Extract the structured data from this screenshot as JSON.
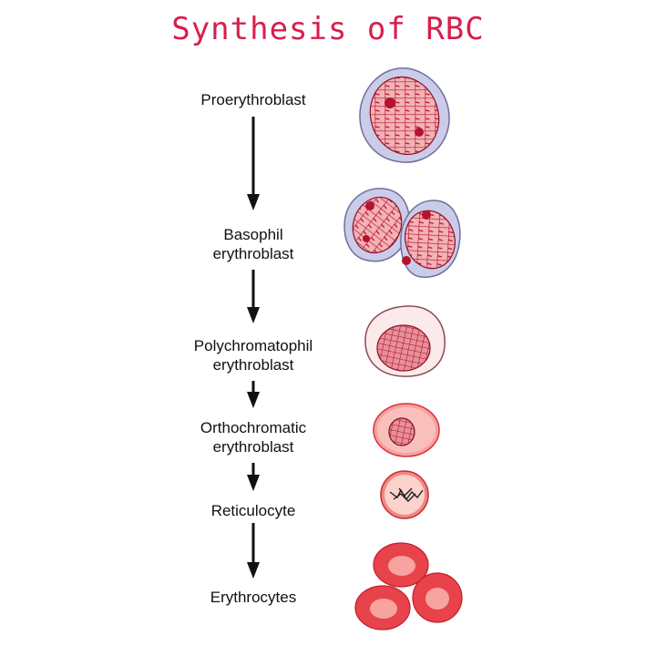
{
  "title": "Synthesis of RBC",
  "stages": [
    {
      "line1": "Proerythroblast",
      "line2": ""
    },
    {
      "line1": "Basophil",
      "line2": "erythroblast"
    },
    {
      "line1": "Polychromatophil",
      "line2": "erythroblast"
    },
    {
      "line1": "Orthochromatic",
      "line2": "erythroblast"
    },
    {
      "line1": "Reticulocyte",
      "line2": ""
    },
    {
      "line1": "Erythrocytes",
      "line2": ""
    }
  ],
  "colors": {
    "title": "#d81e4b",
    "membrane": "#c9c9e8",
    "membrane_stroke": "#6f6f9a",
    "nucleus": "#f2b3b6",
    "nucleus_net": "#b5122e",
    "rbc": "#e8434a",
    "rbc_center": "#f7a3a0",
    "arrow": "#111111"
  }
}
